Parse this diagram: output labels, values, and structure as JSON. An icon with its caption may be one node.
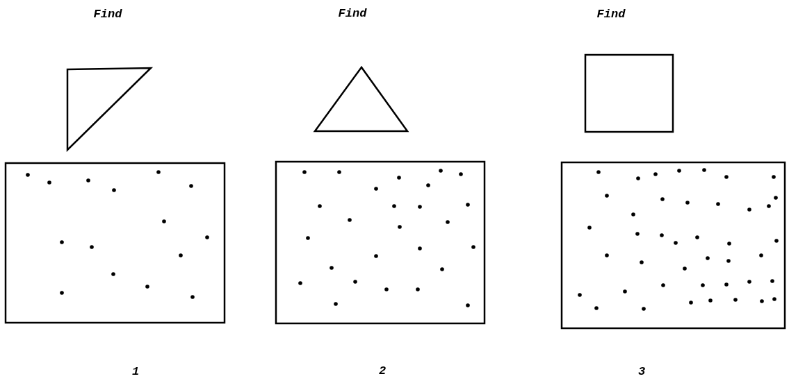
{
  "diagram": {
    "labels": [
      "Find",
      "Find",
      "Find",
      "1",
      "2",
      "3"
    ]
  }
}
